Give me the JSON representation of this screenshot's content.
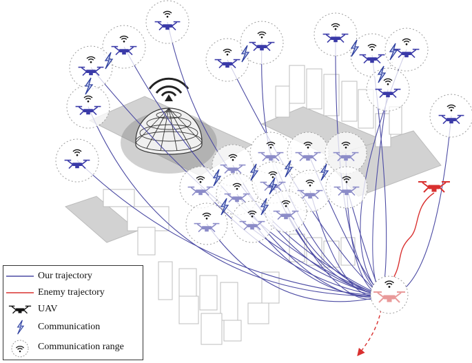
{
  "legend": {
    "our_trajectory": "Our trajectory",
    "enemy_trajectory": "Enemy trajectory",
    "uav": "UAV",
    "communication": "Communication",
    "communication_range": "Communication range"
  },
  "colors": {
    "our_trajectory": "#4b4aa3",
    "enemy_trajectory": "#d9302f",
    "uav_blue": "#3a3aa8",
    "uav_faded": "#8c8cc8",
    "uav_enemy": "#d9302f",
    "uav_target": "#e99a9a",
    "range_circle": "#9a9a9a",
    "building_gray": "#d2d2d2"
  },
  "icons": {
    "uav": "drone-icon",
    "communication": "lightning-bolt-icon",
    "communication_range": "wifi-signal-icon",
    "radar": "radar-dome-icon"
  }
}
